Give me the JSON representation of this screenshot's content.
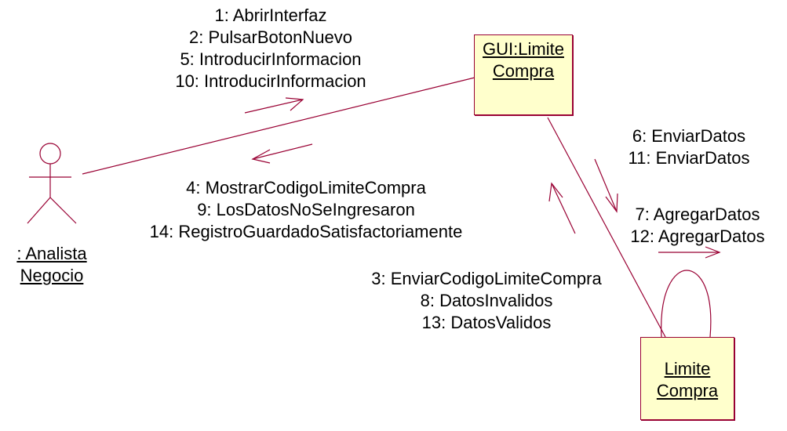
{
  "colors": {
    "line": "#990033",
    "box_fill": "#ffffcc",
    "text": "#000000"
  },
  "actor": {
    "name_line1": ": Analista",
    "name_line2": "Negocio"
  },
  "objects": {
    "gui": {
      "line1": "GUI:Limite",
      "line2": "Compra"
    },
    "limite": {
      "line1": "Limite",
      "line2": "Compra"
    }
  },
  "messages": {
    "actor_to_gui": [
      "1: AbrirInterfaz",
      "2: PulsarBotonNuevo",
      "5: IntroducirInformacion",
      "10: IntroducirInformacion"
    ],
    "gui_to_actor": [
      "4: MostrarCodigoLimiteCompra",
      "9: LosDatosNoSeIngresaron",
      "14: RegistroGuardadoSatisfactoriamente"
    ],
    "gui_to_limite": [
      "6: EnviarDatos",
      "11: EnviarDatos"
    ],
    "limite_self": [
      "7: AgregarDatos",
      "12: AgregarDatos"
    ],
    "limite_to_gui": [
      "3: EnviarCodigoLimiteCompra",
      "8: DatosInvalidos",
      "13: DatosValidos"
    ]
  }
}
